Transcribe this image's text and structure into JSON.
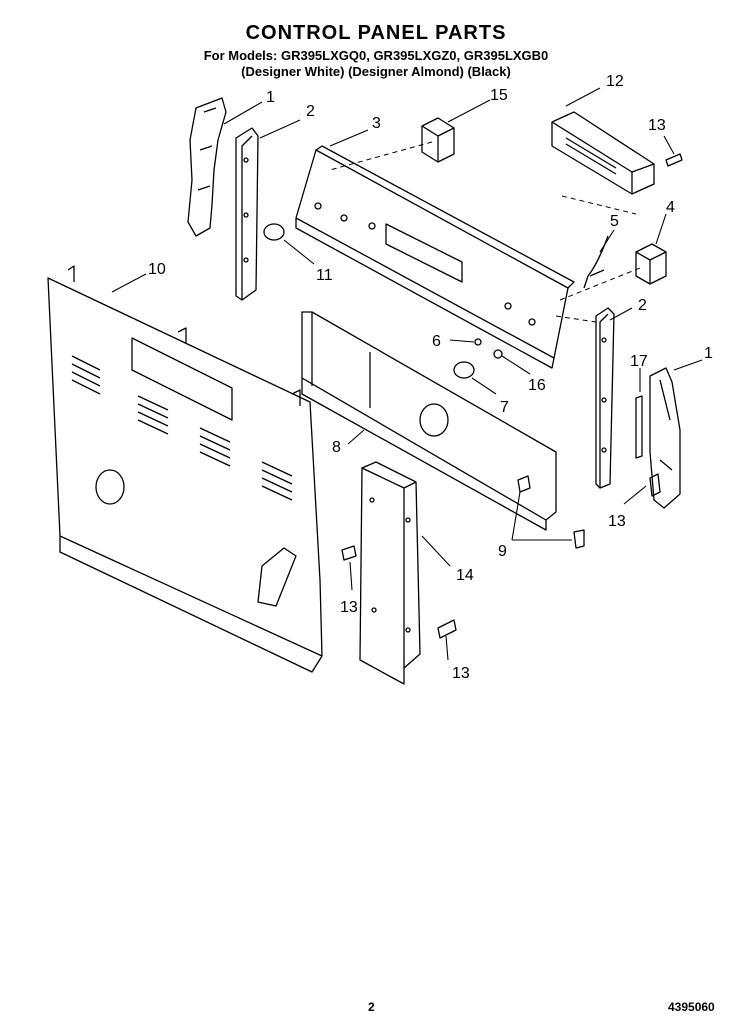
{
  "header": {
    "title": "CONTROL PANEL PARTS",
    "models_line": "For Models: GR395LXGQ0, GR395LXGZ0, GR395LXGB0",
    "colors_line": "(Designer White) (Designer Almond)   (Black)"
  },
  "callouts": {
    "c1a": "1",
    "c2a": "2",
    "c3": "3",
    "c15": "15",
    "c12": "12",
    "c13a": "13",
    "c4": "4",
    "c5": "5",
    "c10": "10",
    "c11": "11",
    "c2b": "2",
    "c6": "6",
    "c16": "16",
    "c7": "7",
    "c17": "17",
    "c1b": "1",
    "c8": "8",
    "c13b": "13",
    "c9": "9",
    "c14": "14",
    "c13c": "13",
    "c13d": "13"
  },
  "footer": {
    "page_number": "2",
    "document_number": "4395060"
  }
}
